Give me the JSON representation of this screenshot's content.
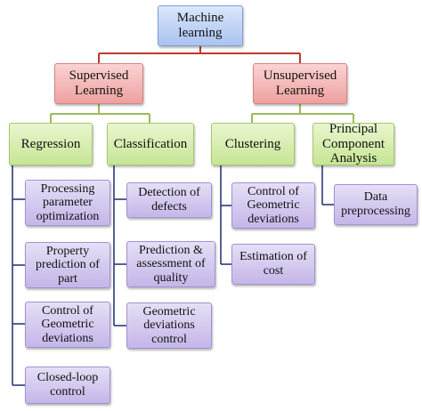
{
  "root": {
    "label": "Machine\nlearning"
  },
  "supervised": {
    "label": "Supervised\nLearning"
  },
  "unsupervised": {
    "label": "Unsupervised\nLearning"
  },
  "regression": {
    "label": "Regression",
    "items": [
      {
        "label": "Processing\nparameter\noptimization"
      },
      {
        "label": "Property\nprediction of\npart"
      },
      {
        "label": "Control of\nGeometric\ndeviations"
      },
      {
        "label": "Closed-loop\ncontrol"
      }
    ]
  },
  "classification": {
    "label": "Classification",
    "items": [
      {
        "label": "Detection of\ndefects"
      },
      {
        "label": "Prediction &\nassessment of\nquality"
      },
      {
        "label": "Geometric\ndeviations\ncontrol"
      }
    ]
  },
  "clustering": {
    "label": "Clustering",
    "items": [
      {
        "label": "Control of\nGeometric\ndeviations"
      },
      {
        "label": "Estimation of\ncost"
      }
    ]
  },
  "pca": {
    "label": "Principal\nComponent\nAnalysis",
    "items": [
      {
        "label": "Data\npreprocessing"
      }
    ]
  },
  "colors": {
    "root_connector": "#c0392b",
    "method_connector": "#9bbb59",
    "leaf_connector": "#2b3a7a"
  }
}
